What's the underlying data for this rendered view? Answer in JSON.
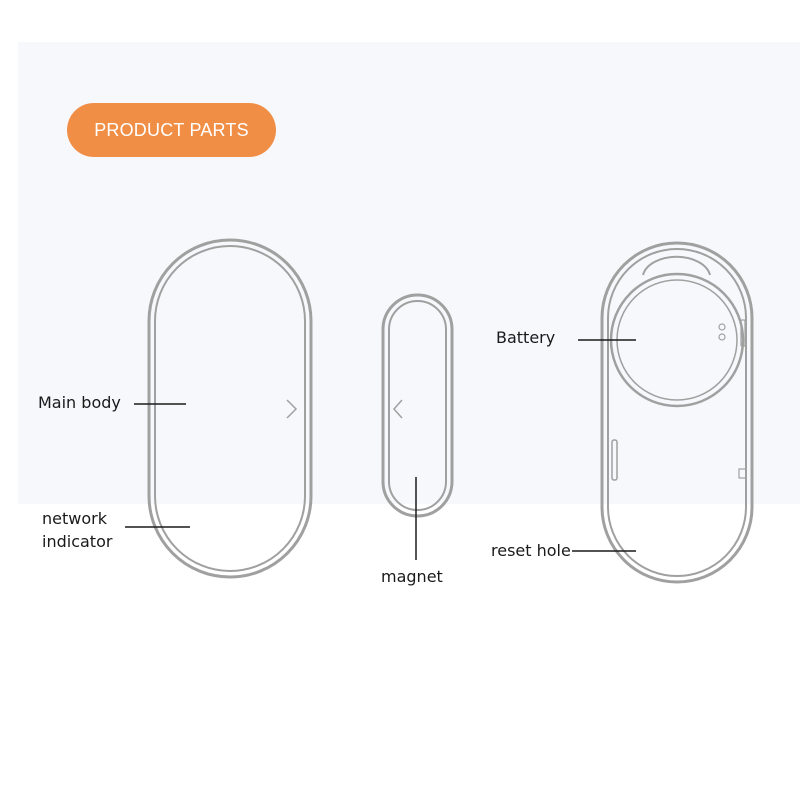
{
  "header": {
    "title": "PRODUCT PARTS"
  },
  "labels": {
    "main_body": "Main body",
    "network_indicator_line1": "network",
    "network_indicator_line2": "indicator",
    "magnet": "magnet",
    "battery": "Battery",
    "reset_hole": "reset hole"
  },
  "colors": {
    "accent": "#f18e46",
    "outline": "#9a9a9a",
    "panel": "#f7f8fb",
    "text": "#1a1a1a"
  }
}
